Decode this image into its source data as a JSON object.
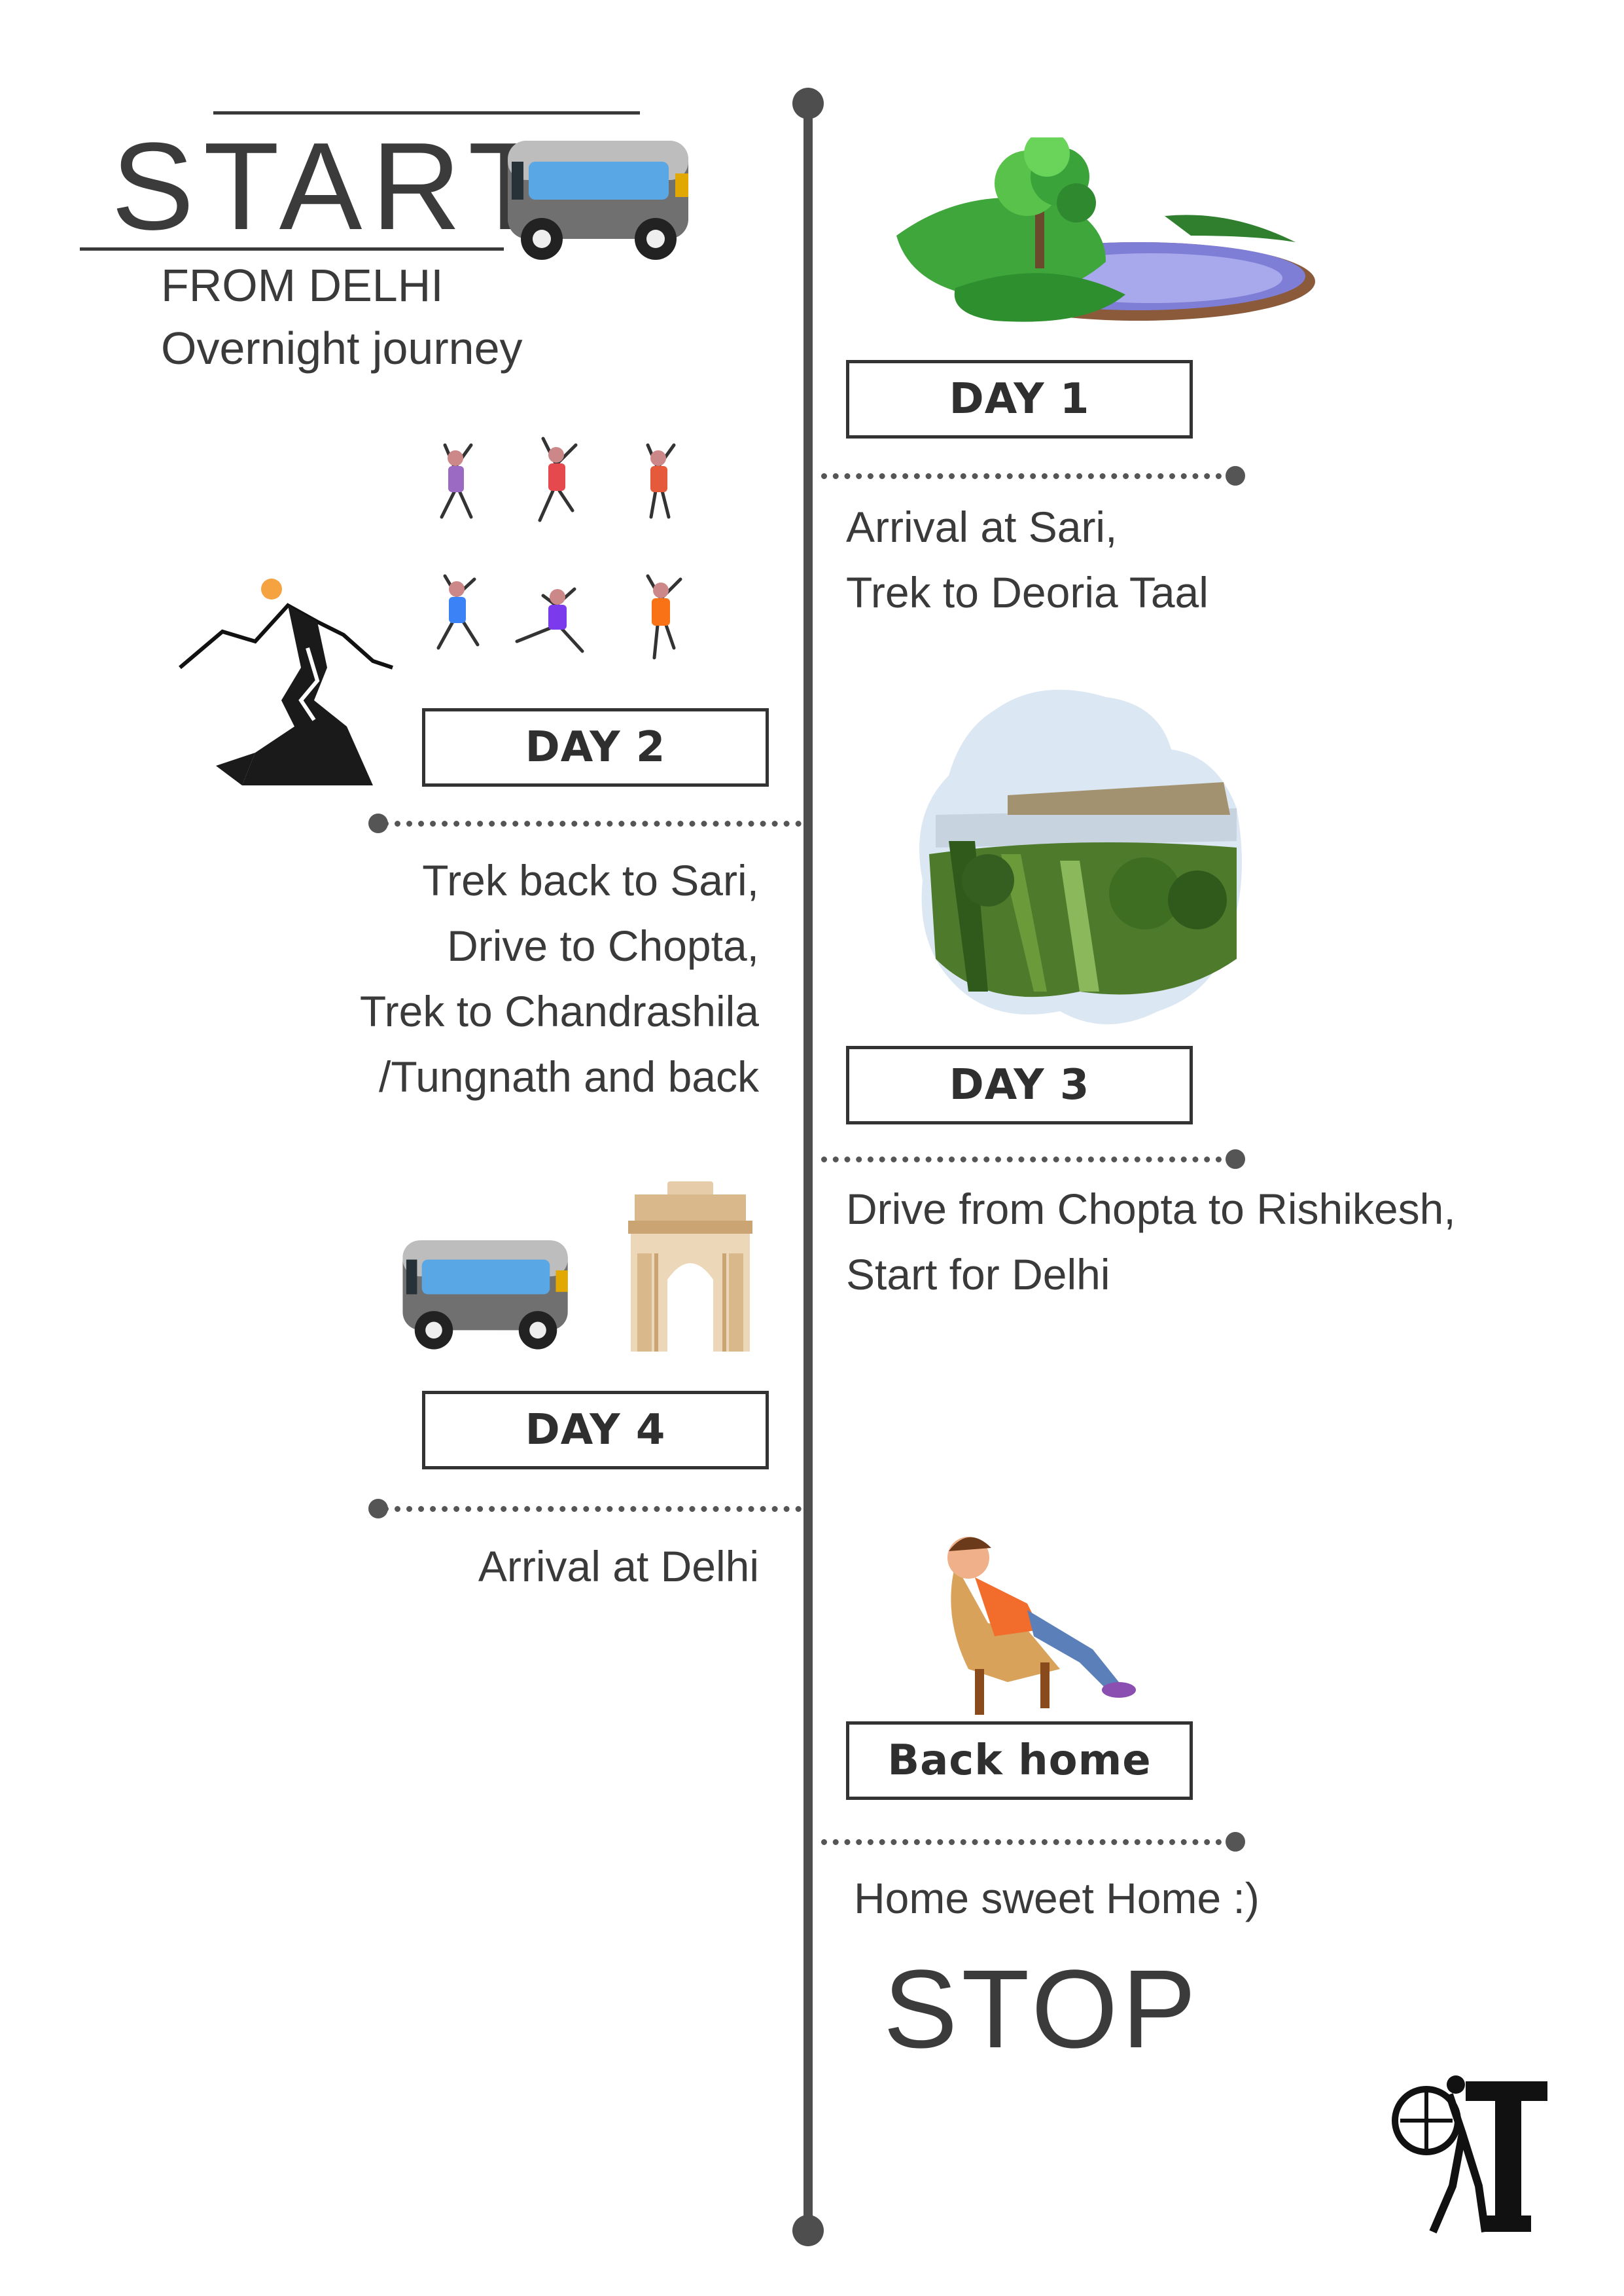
{
  "header": {
    "title": "START",
    "subtitle_1": "FROM DELHI",
    "subtitle_2": "Overnight journey"
  },
  "days": [
    {
      "label": "DAY 1",
      "lines": [
        "Arrival at Sari,",
        "Trek to Deoria Taal"
      ]
    },
    {
      "label": "DAY 2",
      "lines": [
        "Trek back to Sari,",
        "Drive to Chopta,",
        "Trek to Chandrashila",
        "/Tungnath and back"
      ]
    },
    {
      "label": "DAY 3",
      "lines": [
        "Drive from Chopta to Rishikesh,",
        "Start for Delhi"
      ]
    },
    {
      "label": "DAY 4",
      "lines": [
        "Arrival at Delhi"
      ]
    },
    {
      "label": "Back home",
      "lines": [
        "Home sweet Home :)"
      ]
    }
  ],
  "footer": {
    "end_title": "STOP"
  },
  "icons": {
    "bus": "bus-icon",
    "lake": "lake-island-icon",
    "climbers": "rock-climbers-icon",
    "mountain": "mountain-peak-icon",
    "vineyard": "vineyard-landscape-icon",
    "india_gate": "india-gate-icon",
    "relaxing": "relaxing-man-icon",
    "logo": "trekker-logo-icon"
  },
  "colors": {
    "timeline": "#4e4e4e",
    "bus_body": "#6e6e6e",
    "bus_window": "#5aa7e6"
  }
}
